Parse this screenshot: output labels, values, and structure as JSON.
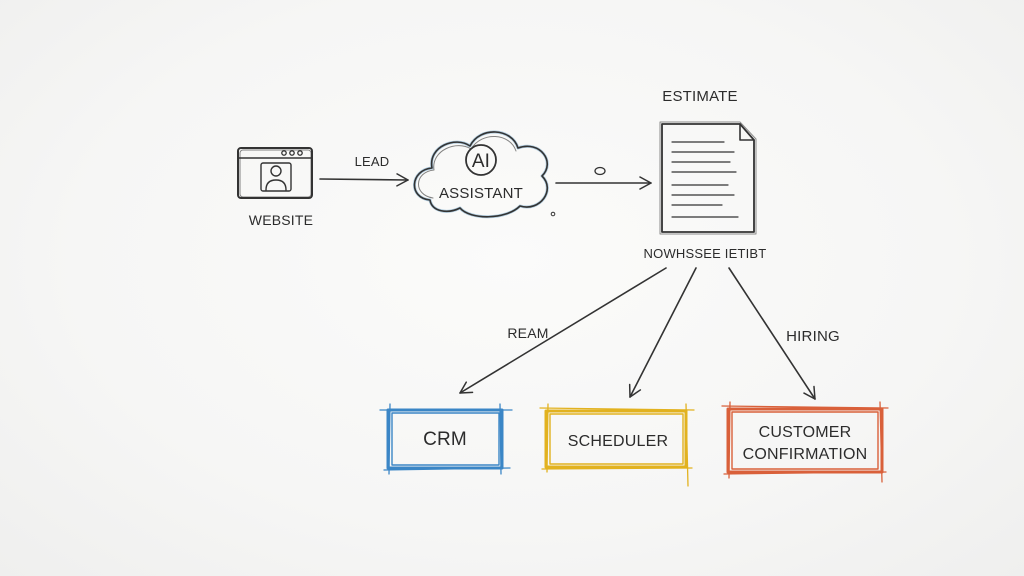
{
  "nodes": {
    "website": {
      "label": "WEBSITE"
    },
    "ai_assistant": {
      "icon_text": "AI",
      "label": "ASSISTANT"
    },
    "estimate": {
      "title": "ESTIMATE",
      "caption": "NOWHSSEE IETIBT"
    },
    "crm": {
      "label": "CRM",
      "color": "#3b86c6"
    },
    "scheduler": {
      "label": "SCHEDULER",
      "color": "#e2b21f"
    },
    "customer_confirmation": {
      "label_line1": "CUSTOMER",
      "label_line2": "CONFIRMATION",
      "color": "#d9603a"
    }
  },
  "edges": {
    "website_to_ai": {
      "label": "LEAD"
    },
    "estimate_to_crm": {
      "label": "REAM"
    },
    "estimate_to_confirmation": {
      "label": "HIRING"
    }
  },
  "icons": {
    "website": "browser-user-icon",
    "ai_assistant": "cloud-icon",
    "estimate": "document-icon"
  }
}
